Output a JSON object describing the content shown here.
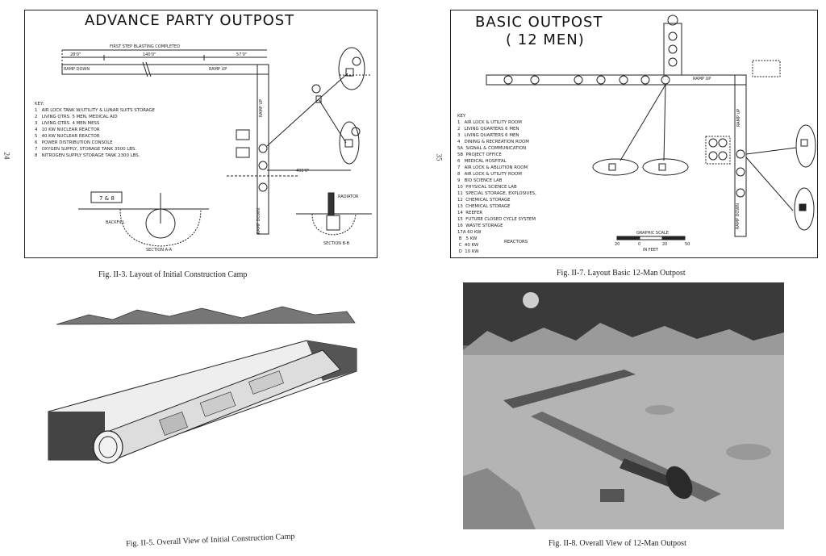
{
  "page_numbers": {
    "left": "24",
    "right": "35"
  },
  "fig_ii_3": {
    "title": "ADVANCE PARTY OUTPOST",
    "blasting": "FIRST STEP BLASTING COMPLETED",
    "dims": [
      "28'0\"",
      "140'0\"",
      "57'0\"",
      "400'0\""
    ],
    "ramp_down": "RAMP DOWN",
    "ramp_up": "RAMP UP",
    "key_title": "KEY:",
    "key": [
      "1   AIR LOCK TANK W/UTILITY & LUNAR SUITS STORAGE",
      "2   LIVING QTRS. 5 MEN, MEDICAL AID",
      "3   LIVING QTRS. 4 MEN MESS",
      "4   10 KW NUCLEAR REACTOR",
      "5   40 KW NUCLEAR REACTOR",
      "6   POWER DISTRIBUTION CONSOLE",
      "7   OXYGEN SUPPLY, STORAGE TANK 3500 LBS.",
      "8   NITROGEN SUPPLY STORAGE TANK 2300 LBS."
    ],
    "section_a": "SECTION A-A",
    "section_b": "SECTION B-B",
    "backfill": "BACKFILL",
    "radiator": "RADIATOR",
    "box_78": "7 & 8",
    "caption": "Fig. II-3.  Layout of Initial Construction Camp"
  },
  "fig_ii_7": {
    "title_line1": "BASIC OUTPOST",
    "title_line2": "( 12 MEN)",
    "key_title": "KEY",
    "key": [
      "1   AIR LOCK & UTILITY ROOM",
      "2   LIVING QUARTERS 6 MEN",
      "3   LIVING QUARTERS 6 MEN",
      "4   DINING & RECREATION ROOM",
      "5A  SIGNAL & COMMUNICATION",
      "5B  PROJECT OFFICE",
      "6   MEDICAL HOSPITAL",
      "7   AIR LOCK & ABLUTION ROOM",
      "8   AIR LOCK & UTILITY ROOM",
      "9   BIO SCIENCE LAB",
      "10  PHYSICAL SCIENCE LAB",
      "11  SPECIAL STORAGE, EXPLOSIVES,",
      "12  CHEMICAL STORAGE",
      "13  CHEMICAL STORAGE",
      "14  REEFER",
      "15  FUTURE CLOSED CYCLE SYSTEM",
      "16  WASTE STORAGE",
      "17A 60 KW",
      " B   5 KW",
      " C  40 KW",
      " D  10 KW"
    ],
    "reactors": "REACTORS",
    "ramp_up": "RAMP UP",
    "ramp_down": "RAMP DOWN",
    "graphic_scale": "GRAPHIC SCALE",
    "scale_ticks": [
      "20",
      "0",
      "20",
      "50"
    ],
    "scale_unit": "IN FEET",
    "caption": "Fig. II-7.  Layout   Basic 12-Man Outpost"
  },
  "fig_ii_5": {
    "caption": "Fig. II-5.  Overall View of Initial Construction Camp"
  },
  "fig_ii_8": {
    "caption": "Fig. II-8.  Overall View of 12-Man Outpost"
  }
}
